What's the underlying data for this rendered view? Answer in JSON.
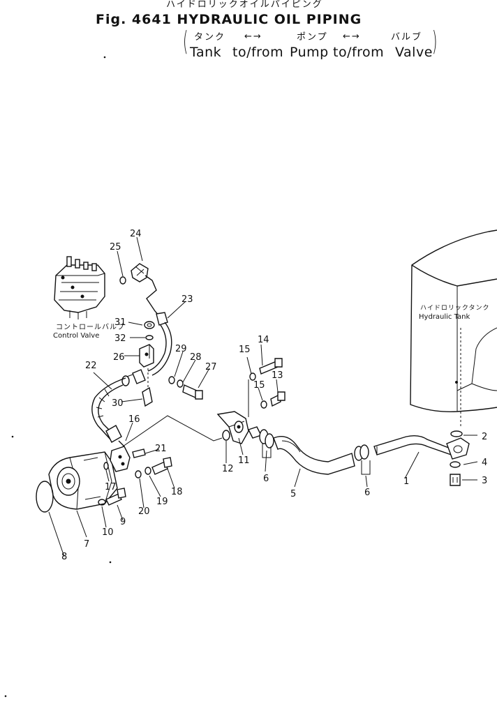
{
  "header": {
    "title_jp": "ハイドロリックオイルパイピング",
    "title": "Fig. 4641 HYDRAULIC OIL PIPING",
    "route_jp": [
      "タンク",
      "←→",
      "ポンプ",
      "←→",
      "バルブ"
    ],
    "route_en": [
      "Tank",
      "to/from",
      "Pump",
      "to/from",
      "Valve"
    ]
  },
  "components": {
    "control_valve_jp": "コントロールバルブ",
    "control_valve": "Control Valve",
    "hydraulic_tank_jp": "ハイドロリックタンク",
    "hydraulic_tank": "Hydraulic Tank"
  },
  "callouts": [
    "1",
    "2",
    "3",
    "4",
    "5",
    "6",
    "6",
    "7",
    "8",
    "9",
    "10",
    "11",
    "12",
    "13",
    "14",
    "15",
    "15",
    "16",
    "17",
    "18",
    "19",
    "20",
    "21",
    "22",
    "23",
    "24",
    "25",
    "26",
    "27",
    "28",
    "29",
    "30",
    "31",
    "32"
  ]
}
